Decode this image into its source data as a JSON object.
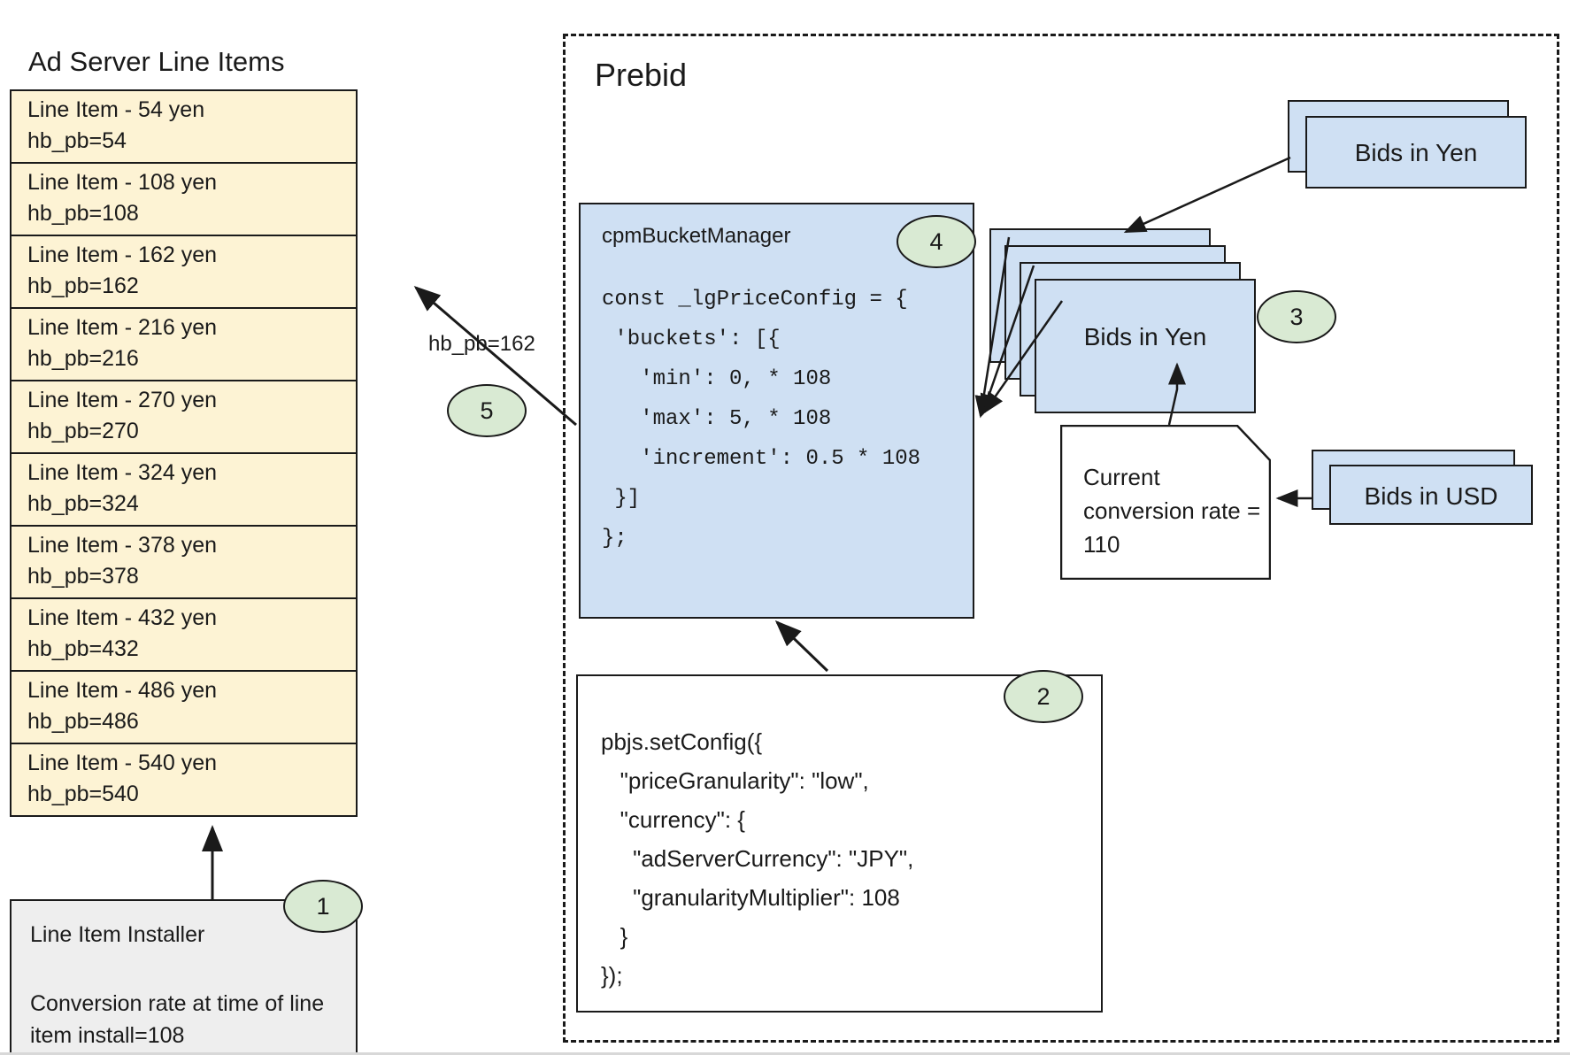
{
  "left_panel": {
    "title": "Ad Server Line Items",
    "line_items": [
      {
        "name": "Line Item - 54 yen",
        "key": "hb_pb=54"
      },
      {
        "name": "Line Item - 108 yen",
        "key": "hb_pb=108"
      },
      {
        "name": "Line Item - 162 yen",
        "key": "hb_pb=162"
      },
      {
        "name": "Line Item - 216 yen",
        "key": "hb_pb=216"
      },
      {
        "name": "Line Item - 270 yen",
        "key": "hb_pb=270"
      },
      {
        "name": "Line Item - 324 yen",
        "key": "hb_pb=324"
      },
      {
        "name": "Line Item - 378 yen",
        "key": "hb_pb=378"
      },
      {
        "name": "Line Item - 432 yen",
        "key": "hb_pb=432"
      },
      {
        "name": "Line Item - 486 yen",
        "key": "hb_pb=486"
      },
      {
        "name": "Line Item - 540 yen",
        "key": "hb_pb=540"
      }
    ],
    "installer": {
      "title": "Line Item Installer",
      "note": "Conversion rate at time of line item install=108",
      "badge": "1"
    }
  },
  "prebid": {
    "title": "Prebid",
    "cpm_bucket_manager": {
      "title": "cpmBucketManager",
      "badge": "4",
      "code": "const _lgPriceConfig = {\n 'buckets': [{\n   'min': 0, * 108\n   'max': 5, * 108\n   'increment': 0.5 * 108\n }]\n};"
    },
    "set_config": {
      "badge": "2",
      "code": "pbjs.setConfig({\n   \"priceGranularity\": \"low\",\n   \"currency\": {\n     \"adServerCurrency\": \"JPY\",\n     \"granularityMultiplier\": 108\n   }\n});"
    },
    "bids_yen_top": {
      "label": "Bids in Yen"
    },
    "bids_yen_stack": {
      "label": "Bids in Yen",
      "badge": "3"
    },
    "bids_usd": {
      "label": "Bids in USD"
    },
    "conversion_note": "Current conversion rate = 110"
  },
  "edges": {
    "hb_pb_label": "hb_pb=162",
    "badge_5": "5"
  },
  "colors": {
    "line_item_fill": "#fdf3d4",
    "bids_fill": "#cfe0f3",
    "badge_fill": "#d9ead3",
    "installer_fill": "#eeeeee",
    "stroke": "#1a1a1a"
  }
}
